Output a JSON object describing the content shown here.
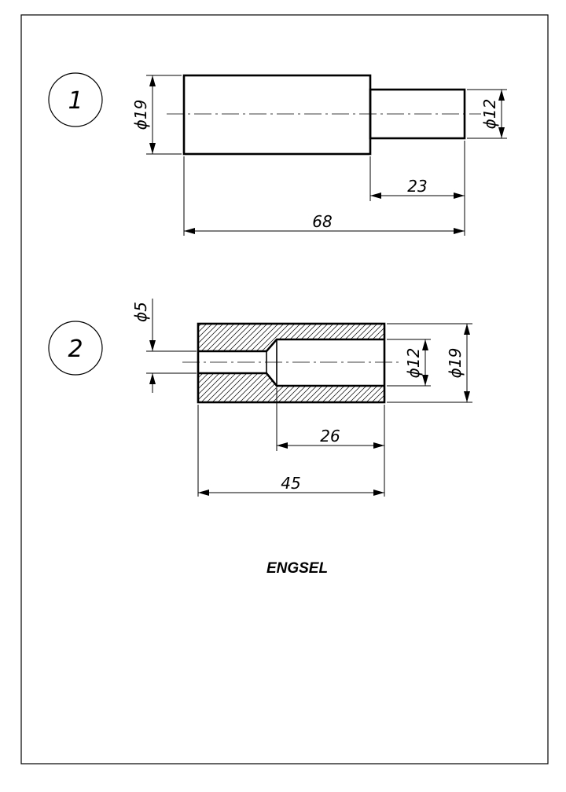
{
  "title": "ENGSEL",
  "parts": [
    {
      "number": "1",
      "dimensions": {
        "diameter_large": "ϕ19",
        "diameter_small": "ϕ12",
        "length_small": "23",
        "length_total": "68"
      }
    },
    {
      "number": "2",
      "dimensions": {
        "diameter_hole_small": "ϕ5",
        "diameter_bore": "ϕ12",
        "diameter_outer": "ϕ19",
        "length_bore": "26",
        "length_total": "45"
      }
    }
  ]
}
